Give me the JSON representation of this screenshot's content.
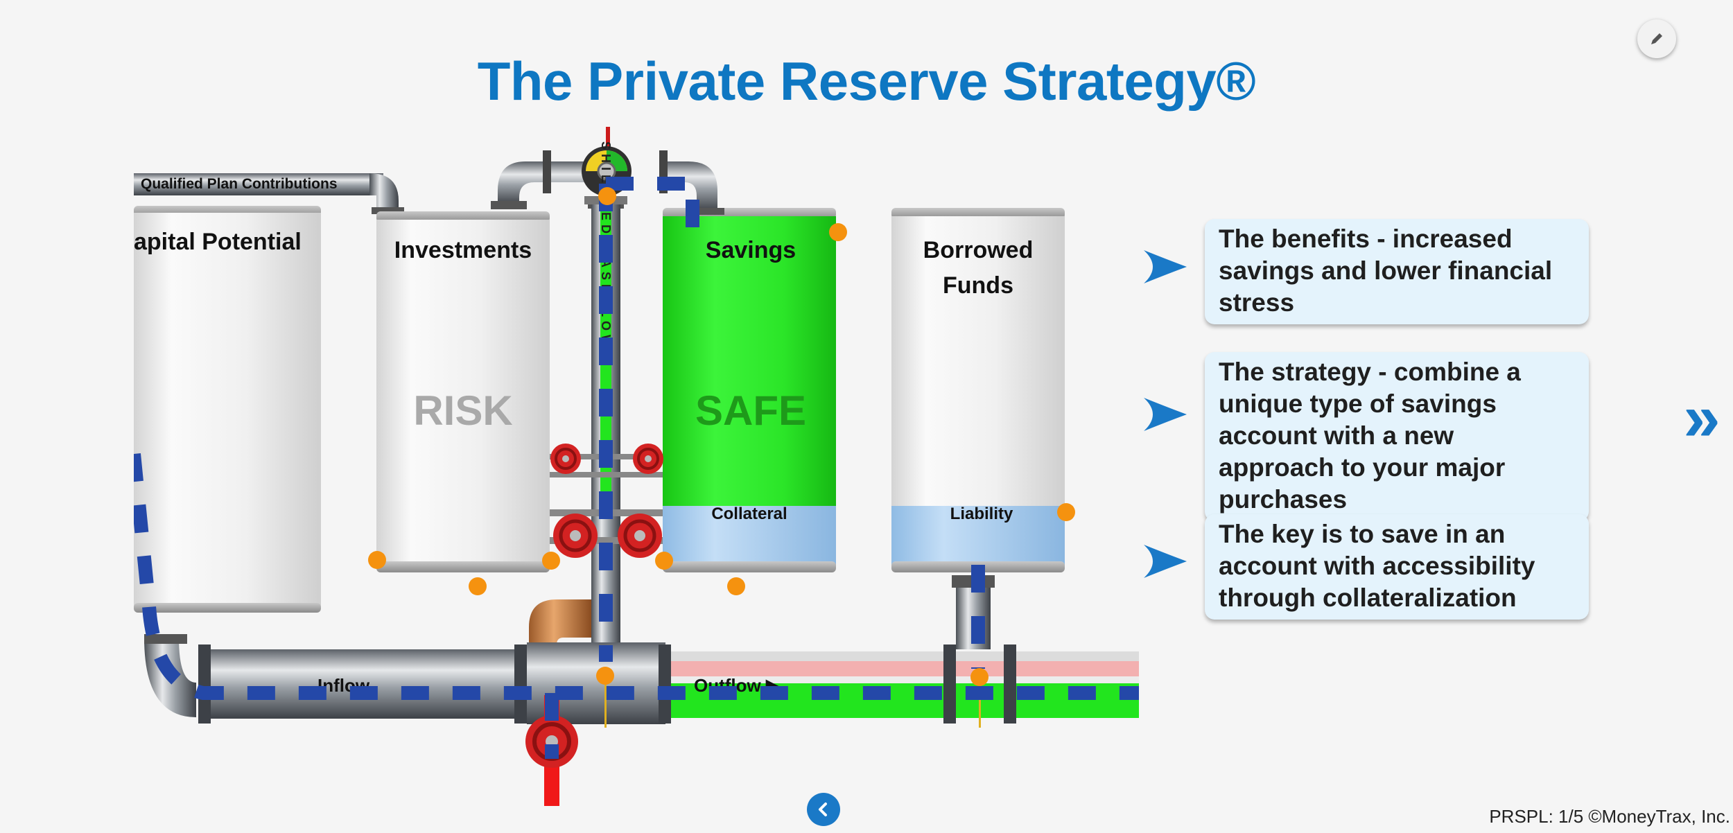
{
  "title": "The Private Reserve Strategy®",
  "diagram": {
    "pipe_label": "Qualified Plan Contributions",
    "tanks": [
      {
        "name": "apital Potential"
      },
      {
        "name": "Investments",
        "body": "RISK"
      },
      {
        "name": "Savings",
        "body": "SAFE",
        "base": "Collateral"
      },
      {
        "name_line1": "Borrowed",
        "name_line2": "Funds",
        "base": "Liability"
      }
    ],
    "vertical_label": "SHIELDED CASHFLOW",
    "inflow_label": "Inflow",
    "outflow_label": "Outflow ▶",
    "colors": {
      "safe_green": "#22e51e",
      "liability_blue": "#a8cdf0",
      "flow_dash": "#2448a8",
      "node": "#f5920f",
      "valve_red": "#d32222"
    }
  },
  "cards": [
    {
      "text": "The benefits - increased savings and lower financial stress"
    },
    {
      "text": "The strategy - combine a unique type of savings account with a new approach to your major purchases"
    },
    {
      "text": "The key is to save in an account with accessibility through collateralization"
    }
  ],
  "nav": {
    "next_icon": "double-chevron-right",
    "prev_icon": "chevron-left",
    "edit_icon": "pencil"
  },
  "footer": "PRSPL: 1/5 ©MoneyTrax, Inc."
}
